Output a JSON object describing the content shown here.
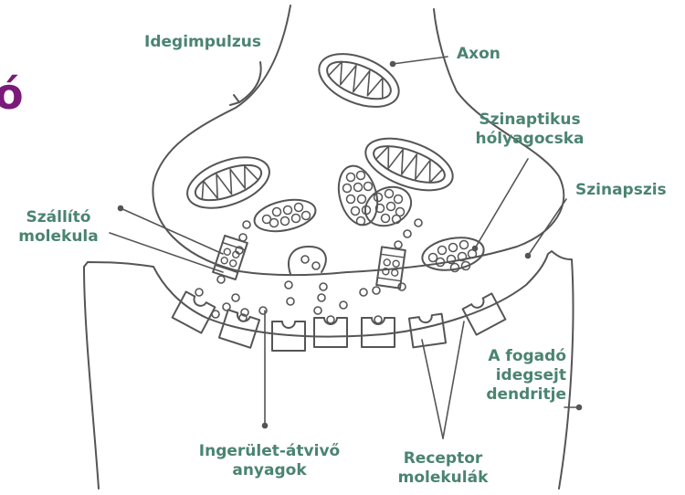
{
  "labels": {
    "impulse": "Idegimpulzus",
    "axon": "Axon",
    "vesicle_l1": "Szinaptikus",
    "vesicle_l2": "hólyagocska",
    "synapse": "Szinapszis",
    "carrier_l1": "Szállító",
    "carrier_l2": "molekula",
    "dendrite_l1": "A fogadó",
    "dendrite_l2": "idegsejt",
    "dendrite_l3": "dendritje",
    "transmitter_l1": "Ingerület-átvivő",
    "transmitter_l2": "anyagok",
    "receptor_l1": "Receptor",
    "receptor_l2": "molekulák"
  },
  "cropped_heading_fragment": "ó",
  "colors": {
    "label_text": "#4a8470",
    "line_art": "#555555",
    "heading_accent": "#7a1a7a"
  }
}
